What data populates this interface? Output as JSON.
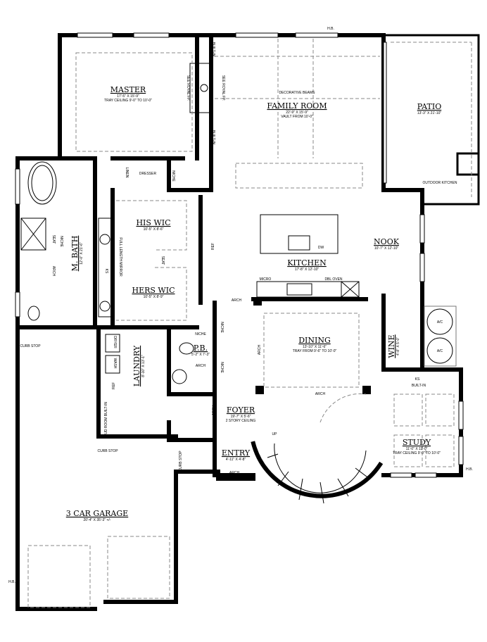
{
  "rooms": {
    "master": {
      "name": "MASTER",
      "dims": "17'-5\" X 15'-9\"",
      "note": "TRAY CEILING 9'-0\" TO 10'-0\""
    },
    "family": {
      "name": "FAMILY ROOM",
      "dims": "22'-9\" X 15'-9\"",
      "note": "VAULT FROM 10'-0\""
    },
    "patio": {
      "name": "PATIO",
      "dims": "13'-3\" X 21'-10\""
    },
    "mbath": {
      "name": "M. BATH",
      "dims": "12'-0\" X 21'-6\""
    },
    "his_wic": {
      "name": "HIS WIC",
      "dims": "10'-5\" X 8'-6\""
    },
    "hers_wic": {
      "name": "HERS WIC",
      "dims": "10'-5\" X 8'-9\""
    },
    "kitchen": {
      "name": "KITCHEN",
      "dims": "17'-8\" X 12'-10\""
    },
    "nook": {
      "name": "NOOK",
      "dims": "10'-7\" X 12'-10\""
    },
    "dining": {
      "name": "DINING",
      "dims": "13'-10\" X 11'-6\"",
      "note": "TRAY FROM 9'-6\" TO 10'-0\""
    },
    "wine": {
      "name": "WINE",
      "dims": "4'-8\" X 5'-0\""
    },
    "laundry": {
      "name": "LAUNDRY",
      "dims": "8'-10\" X 13'-1\""
    },
    "pb": {
      "name": "P.B.",
      "dims": "5'-2\" X 7'-3\""
    },
    "foyer": {
      "name": "FOYER",
      "dims": "19'-7\" X 5'-6\"",
      "note": "2 STORY CEILING"
    },
    "entry": {
      "name": "ENTRY",
      "dims": "4'-11\" X 4'-8\""
    },
    "study": {
      "name": "STUDY",
      "dims": "11'-0\" X 11'-0\"",
      "note": "TRAY CEILING 9'-0\" TO 10'-0\""
    },
    "garage": {
      "name": "3 CAR GARAGE",
      "dims": "20'-4\" X 35'-3\" +/-"
    }
  },
  "labels": {
    "hb": "H.B.",
    "built_in": "BUILT-IN",
    "see_fp": "SEE ROYAL FP.",
    "decorative_beams": "DECORATIVE BEAMS",
    "outdoor_kitchen": "OUTDOOR KITCHEN",
    "linen": "LINEN",
    "dresser": "DRESSER",
    "niche": "NICHE",
    "arch": "ARCH",
    "seat": "SEAT",
    "mirror": "FULL LENGTH MIRROR",
    "ks": "KS",
    "ref": "REF",
    "micro": "MICRO",
    "dbl_oven": "DBL OVEN",
    "dw": "DW",
    "dryer": "DRYER",
    "wash": "WASH",
    "mud_room": "MUD ROOM BUILT-IN",
    "curb_stop": "CURB STOP",
    "up": "UP",
    "ac": "A/C"
  }
}
